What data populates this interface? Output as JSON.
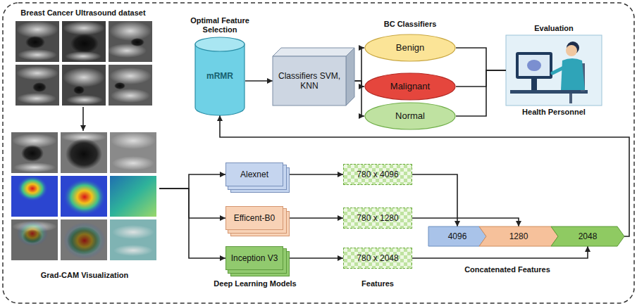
{
  "diagram": {
    "nodes": [
      {
        "text": [
          "Breast Cancer Ultrasound dataset"
        ]
      },
      {
        "text": [
          "Optimal Feature Selection",
          "mRMR"
        ]
      },
      {
        "text": [
          "Classifiers SVM, KNN"
        ]
      },
      {
        "text": [
          "Benign"
        ]
      },
      {
        "text": [
          "Malignant"
        ]
      },
      {
        "text": [
          "Normal"
        ]
      },
      {
        "text": [
          "Evaluation",
          "Health Personnel"
        ]
      },
      {
        "text": [
          "Grad-CAM Visualization"
        ]
      },
      {
        "text": [
          "Alexnet"
        ]
      },
      {
        "text": [
          "Efficent-B0"
        ]
      },
      {
        "text": [
          "Inception V3"
        ]
      },
      {
        "text": [
          "780 x 4096"
        ]
      },
      {
        "text": [
          "780 x 1280"
        ]
      },
      {
        "text": [
          "780 x 2048"
        ]
      },
      {
        "text": [
          "4096"
        ]
      },
      {
        "text": [
          "1280"
        ]
      },
      {
        "text": [
          "2048"
        ]
      }
    ],
    "edges": [
      {
        "from": 0,
        "to": 7,
        "arrow": "to"
      },
      {
        "from": 7,
        "to": 8,
        "arrow": "to"
      },
      {
        "from": 7,
        "to": 9,
        "arrow": "to"
      },
      {
        "from": 7,
        "to": 10,
        "arrow": "to"
      },
      {
        "from": 8,
        "to": 11,
        "arrow": "to"
      },
      {
        "from": 9,
        "to": 12,
        "arrow": "to"
      },
      {
        "from": 10,
        "to": 13,
        "arrow": "to"
      },
      {
        "from": 11,
        "to": 14,
        "arrow": "to"
      },
      {
        "from": 12,
        "to": 15,
        "arrow": "to"
      },
      {
        "from": 13,
        "to": 16,
        "arrow": "to"
      },
      {
        "from": 16,
        "to": 1,
        "arrow": "to"
      },
      {
        "from": 1,
        "to": 2,
        "arrow": "to"
      },
      {
        "from": 2,
        "to": 3,
        "arrow": "to"
      },
      {
        "from": 2,
        "to": 4,
        "arrow": "to"
      },
      {
        "from": 2,
        "to": 5,
        "arrow": "to"
      },
      {
        "from": 3,
        "to": 6,
        "arrow": "none"
      },
      {
        "from": 4,
        "to": 6,
        "arrow": "none"
      },
      {
        "from": 5,
        "to": 6,
        "arrow": "none"
      }
    ],
    "labels": [
      "BC Classifiers",
      "Deep Learning Models",
      "Features",
      "Concatenated Features"
    ]
  }
}
